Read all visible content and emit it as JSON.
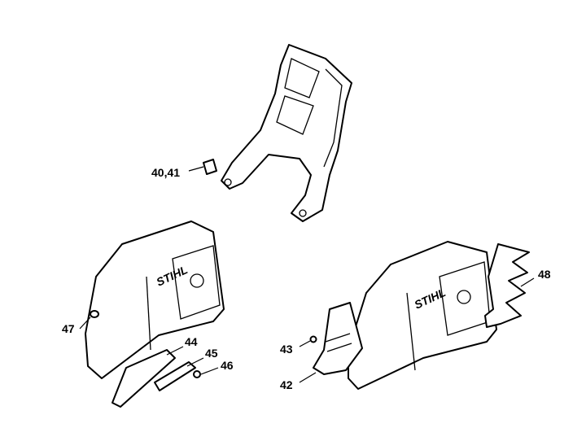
{
  "diagram": {
    "parts": [
      {
        "id": "hand-guard",
        "label": "40,41"
      },
      {
        "id": "plug-47",
        "label": "47"
      },
      {
        "id": "plate-44",
        "label": "44"
      },
      {
        "id": "plate-45",
        "label": "45"
      },
      {
        "id": "screw-46",
        "label": "46"
      },
      {
        "id": "screw-43",
        "label": "43"
      },
      {
        "id": "chain-catcher-42",
        "label": "42"
      },
      {
        "id": "spiked-bumper-48",
        "label": "48"
      }
    ],
    "logo_text": "STIHL"
  }
}
